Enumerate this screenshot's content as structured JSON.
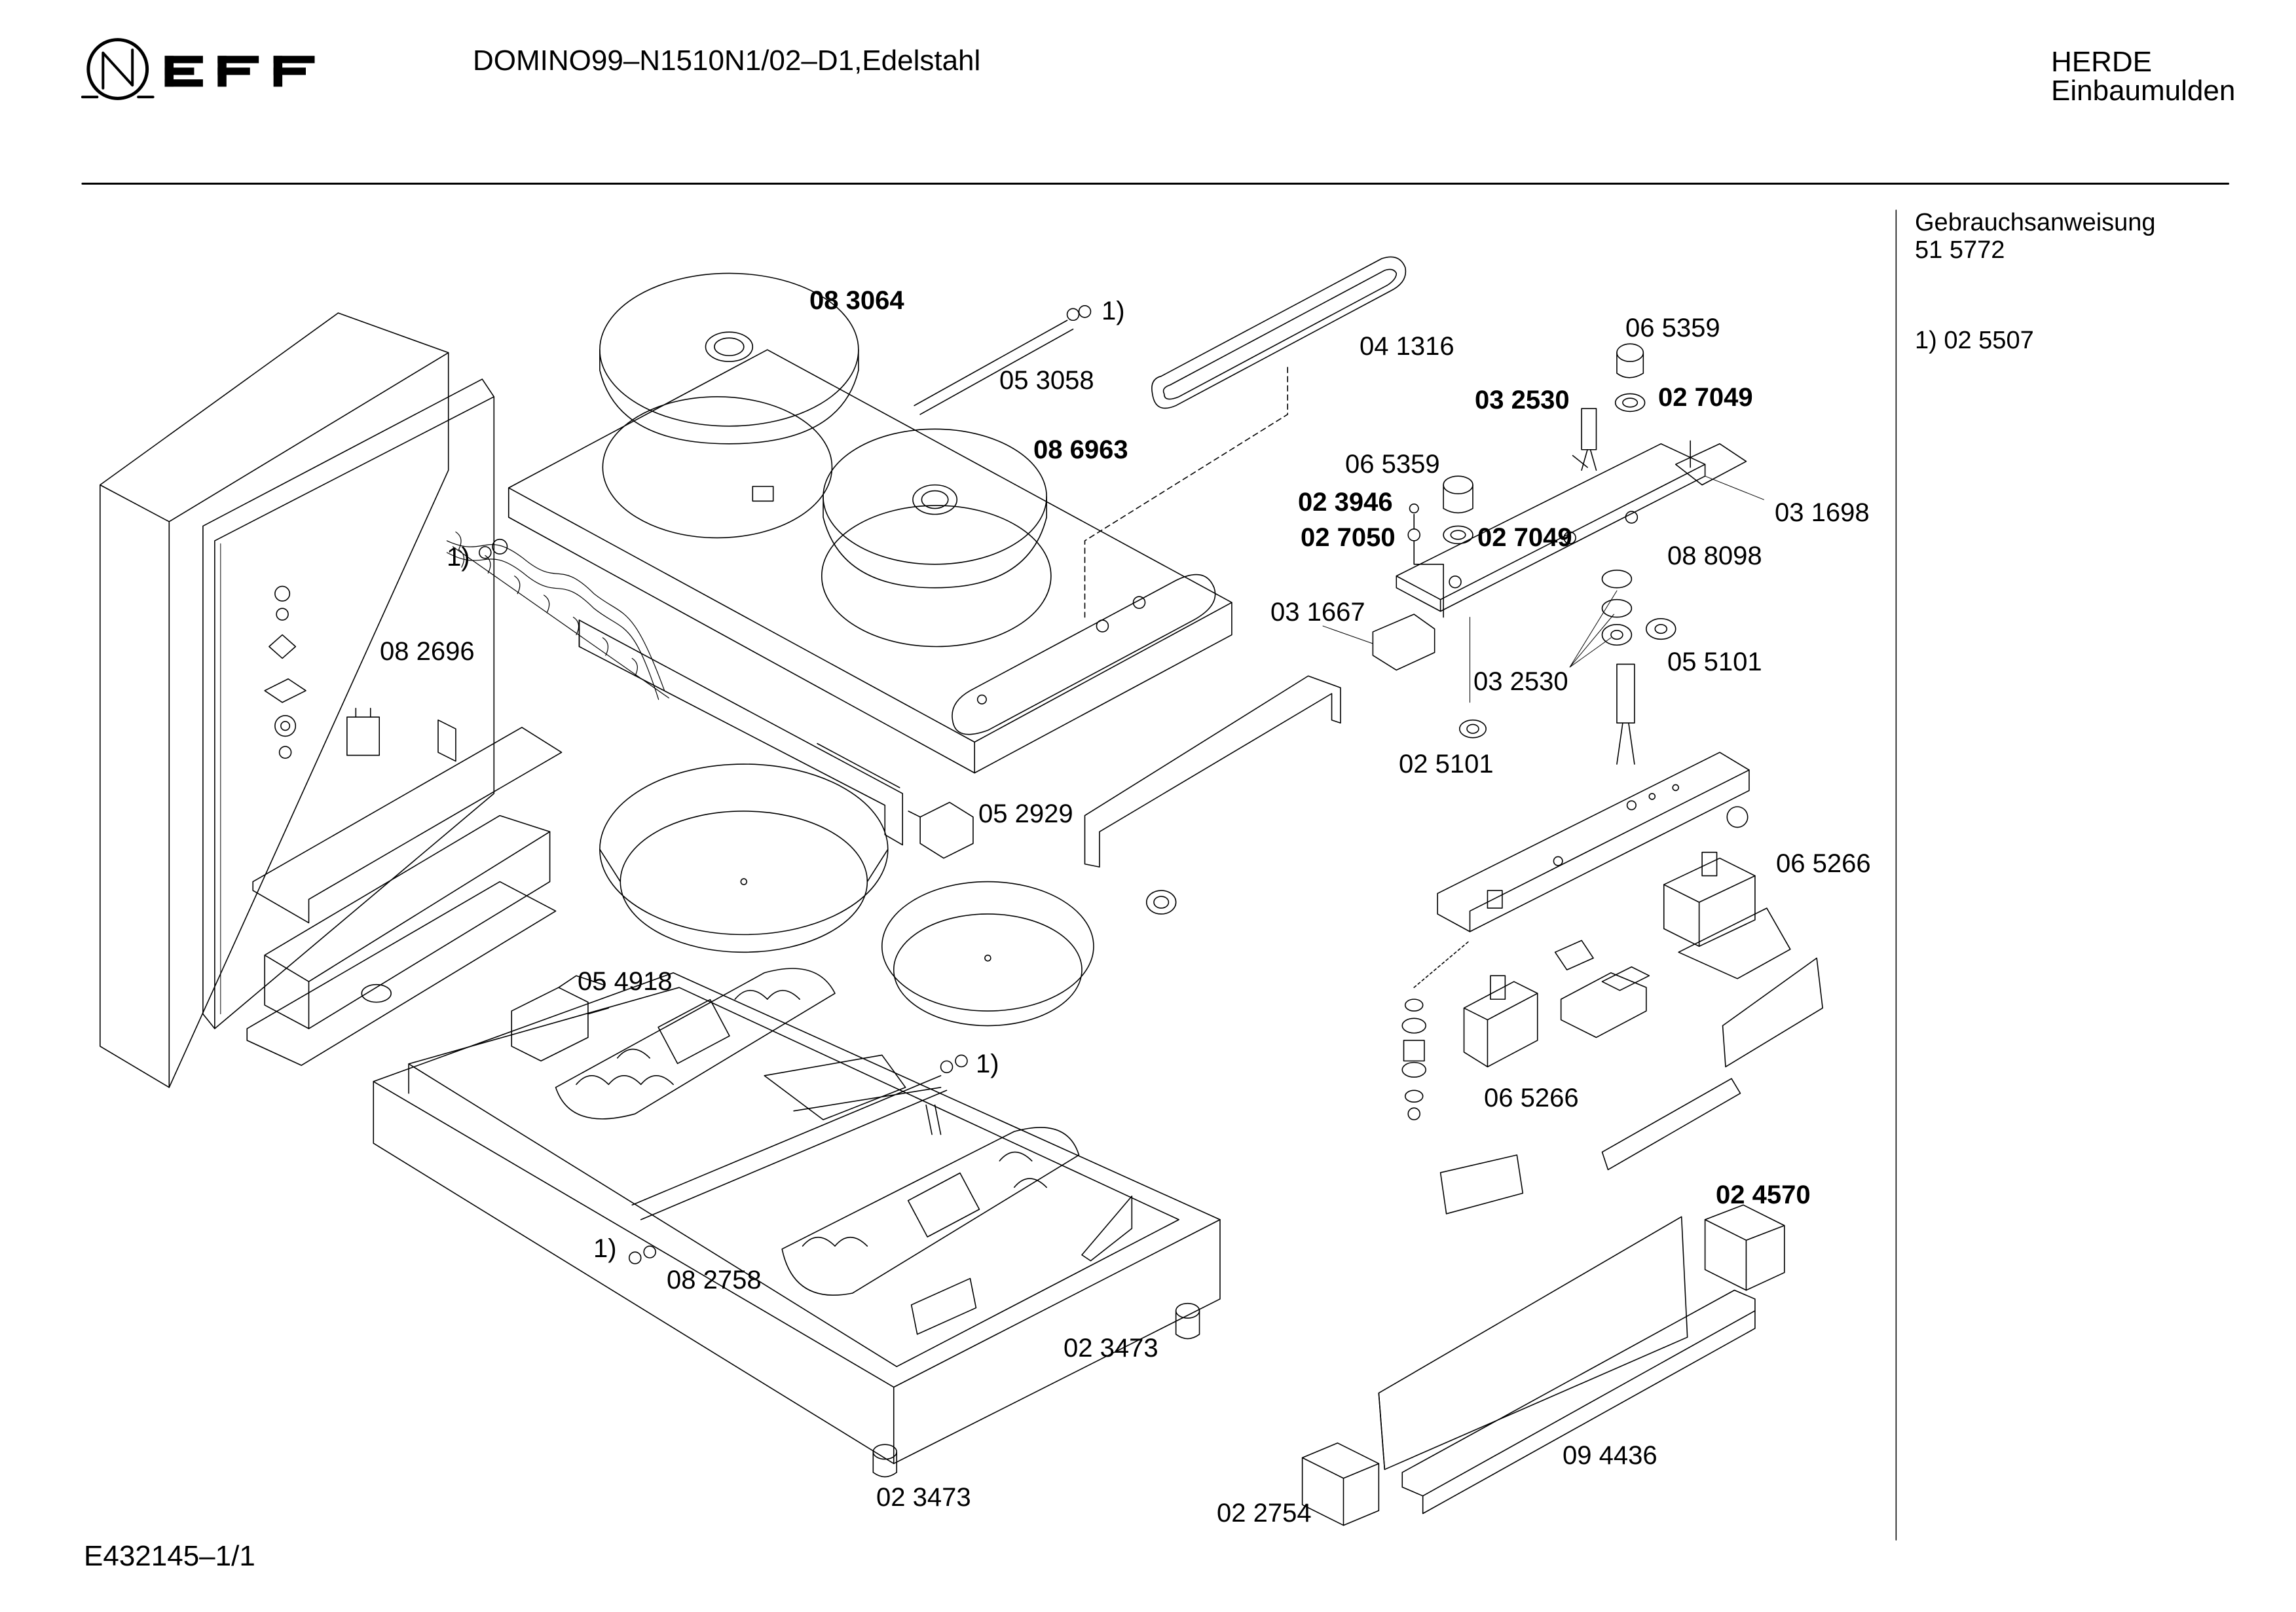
{
  "header": {
    "brand": "NEFF",
    "model_line": "DOMINO99–N1510N1/02–D1,Edelstahl",
    "category_line1": "HERDE",
    "category_line2": "Einbaumulden"
  },
  "sidebar": {
    "doc_label": "Gebrauchsanweisung",
    "doc_number": "51 5772",
    "footnote": "1)  02 5507"
  },
  "footer": {
    "drawing_id": "E432145–1/1"
  },
  "labels": [
    {
      "id": "l_083064",
      "text": "08 3064",
      "bold": true
    },
    {
      "id": "l_fn1",
      "text": "1)",
      "bold": false
    },
    {
      "id": "l_053058",
      "text": "05 3058",
      "bold": false
    },
    {
      "id": "l_041316",
      "text": "04 1316",
      "bold": false
    },
    {
      "id": "l_086963",
      "text": "08 6963",
      "bold": true
    },
    {
      "id": "l_065359a",
      "text": "06 5359",
      "bold": false
    },
    {
      "id": "l_032530a",
      "text": "03 2530",
      "bold": true
    },
    {
      "id": "l_027049a",
      "text": "02 7049",
      "bold": true
    },
    {
      "id": "l_065359b",
      "text": "06 5359",
      "bold": false
    },
    {
      "id": "l_023946",
      "text": "02 3946",
      "bold": true
    },
    {
      "id": "l_027050",
      "text": "02 7050",
      "bold": true
    },
    {
      "id": "l_027049b",
      "text": "02 7049",
      "bold": true
    },
    {
      "id": "l_031698",
      "text": "03 1698",
      "bold": false
    },
    {
      "id": "l_088098",
      "text": "08 8098",
      "bold": false
    },
    {
      "id": "l_031667",
      "text": "03 1667",
      "bold": false
    },
    {
      "id": "l_032530b",
      "text": "03 2530",
      "bold": false
    },
    {
      "id": "l_055101",
      "text": "05 5101",
      "bold": false
    },
    {
      "id": "l_025101",
      "text": "02 5101",
      "bold": false
    },
    {
      "id": "l_fn2",
      "text": "1)",
      "bold": false
    },
    {
      "id": "l_082696",
      "text": "08 2696",
      "bold": false
    },
    {
      "id": "l_052929",
      "text": "05 2929",
      "bold": false
    },
    {
      "id": "l_065266a",
      "text": "06 5266",
      "bold": false
    },
    {
      "id": "l_054918",
      "text": "05 4918",
      "bold": false
    },
    {
      "id": "l_fn3",
      "text": "1)",
      "bold": false
    },
    {
      "id": "l_065266b",
      "text": "06 5266",
      "bold": false
    },
    {
      "id": "l_024570",
      "text": "02 4570",
      "bold": true
    },
    {
      "id": "l_fn4",
      "text": "1)",
      "bold": false
    },
    {
      "id": "l_082758",
      "text": "08 2758",
      "bold": false
    },
    {
      "id": "l_023473a",
      "text": "02 3473",
      "bold": false
    },
    {
      "id": "l_094436",
      "text": "09 4436",
      "bold": false
    },
    {
      "id": "l_023473b",
      "text": "02 3473",
      "bold": false
    },
    {
      "id": "l_022754",
      "text": "02 2754",
      "bold": false
    }
  ]
}
